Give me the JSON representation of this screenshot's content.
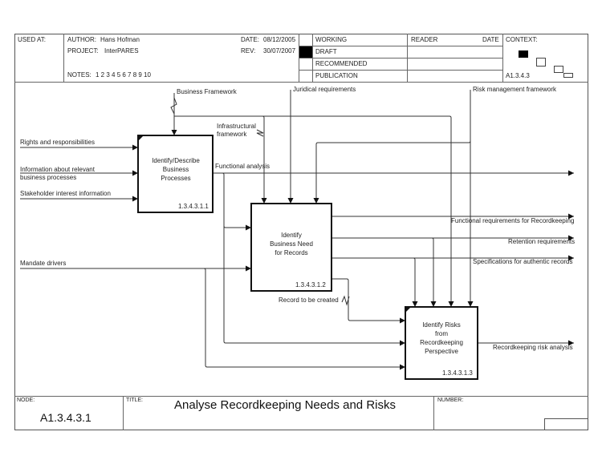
{
  "header": {
    "used_at_label": "USED AT:",
    "author_label": "AUTHOR:",
    "author": "Hans Hofman",
    "project_label": "PROJECT:",
    "project": "InterPARES",
    "notes_label": "NOTES:",
    "notes": "1 2 3 4 5 6 7 8 9 10",
    "date_label": "DATE:",
    "date": "08/12/2005",
    "rev_label": "REV:",
    "rev": "30/07/2007",
    "status_rows": [
      {
        "label": "WORKING",
        "selected": false
      },
      {
        "label": "DRAFT",
        "selected": true
      },
      {
        "label": "RECOMMENDED",
        "selected": false
      },
      {
        "label": "PUBLICATION",
        "selected": false
      }
    ],
    "reader_label": "READER",
    "reader_date_label": "DATE",
    "context_label": "CONTEXT:",
    "context_node": "A1.3.4.3"
  },
  "diagram": {
    "activities": [
      {
        "lines": [
          "Identify/Describe",
          "Business",
          "Processes"
        ],
        "id": "1.3.4.3.1.1"
      },
      {
        "lines": [
          "Identify",
          "Business Need",
          "for Records"
        ],
        "id": "1.3.4.3.1.2"
      },
      {
        "lines": [
          "Identify Risks",
          "from",
          "Recordkeeping",
          "Perspective"
        ],
        "id": "1.3.4.3.1.3"
      }
    ],
    "inputs": [
      "Rights and responsibilities",
      "Information about relevant",
      "business processes",
      "Stakeholder interest information",
      "Mandate drivers"
    ],
    "controls": [
      "Business Framework",
      "Juridical requirements",
      "Risk management framework",
      "Infrastructural",
      "framework"
    ],
    "outputs": [
      "Functional analysis",
      "Functional requirements for Recordkeeping",
      "Retention requirements",
      "Specifications for authentic records",
      "Record to be created",
      "Recordkeeping risk analysis"
    ]
  },
  "footer": {
    "node_label": "NODE:",
    "node": "A1.3.4.3.1",
    "title_label": "TITLE:",
    "title": "Analyse  Recordkeeping Needs and Risks",
    "number_label": "NUMBER:"
  }
}
